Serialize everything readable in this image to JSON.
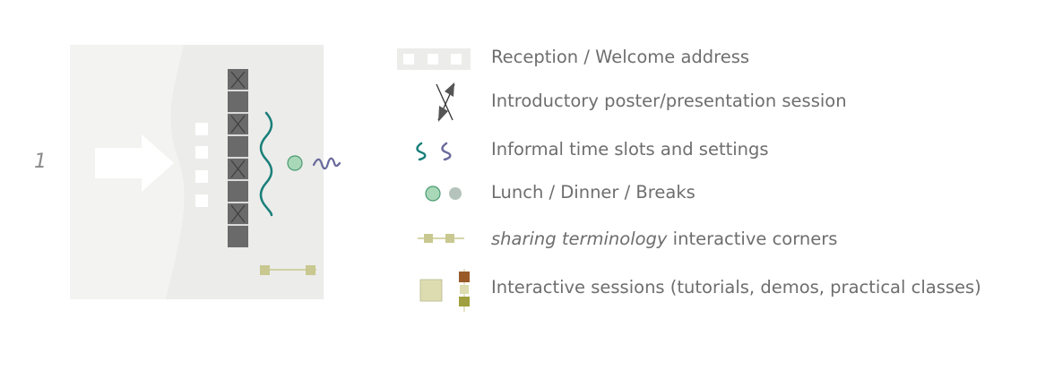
{
  "diagram": {
    "step_number": "1"
  },
  "legend": {
    "reception": "Reception / Welcome address",
    "intro_session": "Introductory poster/presentation session",
    "informal": "Informal time slots and settings",
    "lunch": "Lunch / Dinner / Breaks",
    "sharing_em": "sharing terminology",
    "sharing_rest": " interactive corners",
    "interactive": "Interactive sessions (tutorials, demos, practical classes)"
  },
  "colors": {
    "panel": "#ececea",
    "panel_light": "#f3f3f2",
    "dark_block": "#6a6a6a",
    "teal": "#1a7f7a",
    "purple": "#6a6a9c",
    "mint": "#a8d8b8",
    "mint_stroke": "#4a9a72",
    "gray_circle": "#b4c4bc",
    "khaki": "#c8c890",
    "khaki_light": "#dcdcb0",
    "brown": "#9a5a28",
    "olive": "#a0a040"
  }
}
